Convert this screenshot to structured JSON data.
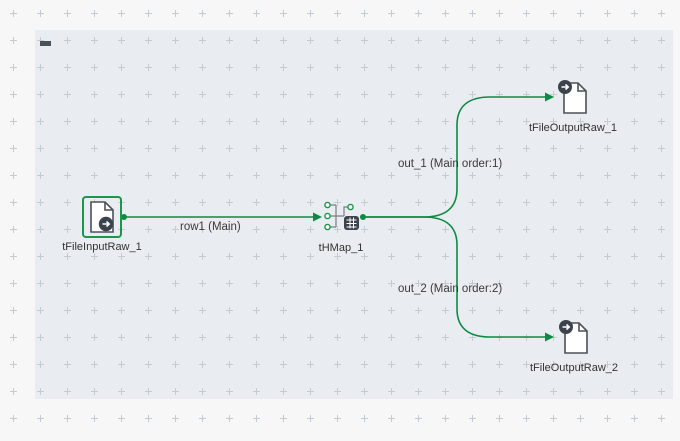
{
  "canvas": {
    "background": "#e9ecf0",
    "outer_background": "#f7f7f8",
    "grid_mark_color": "#c6cad1",
    "connection_color": "#0d8a43",
    "selection_color": "#17984a"
  },
  "components": [
    {
      "label": "tFileInputRaw_1",
      "type": "tFileInputRaw",
      "selected": true
    },
    {
      "label": "tHMap_1",
      "type": "tHMap",
      "selected": false
    },
    {
      "label": "tFileOutputRaw_1",
      "type": "tFileOutputRaw",
      "selected": false
    },
    {
      "label": "tFileOutputRaw_2",
      "type": "tFileOutputRaw",
      "selected": false
    }
  ],
  "connections": [
    {
      "label": "row1 (Main)",
      "from": "tFileInputRaw_1",
      "to": "tHMap_1"
    },
    {
      "label": "out_1 (Main order:1)",
      "from": "tHMap_1",
      "to": "tFileOutputRaw_1"
    },
    {
      "label": "out_2 (Main order:2)",
      "from": "tHMap_1",
      "to": "tFileOutputRaw_2"
    }
  ]
}
